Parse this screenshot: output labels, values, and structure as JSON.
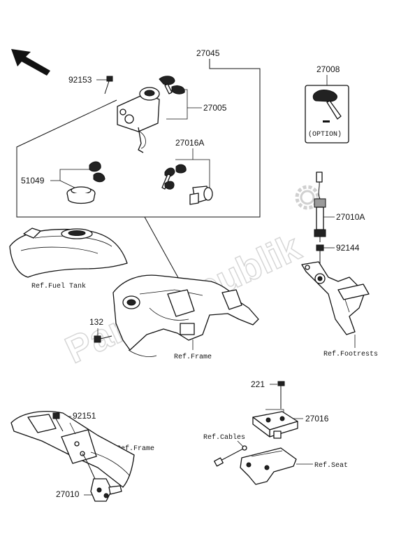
{
  "watermark": "PartsRepublik",
  "callouts": {
    "p27045": "27045",
    "p92153": "92153",
    "p27005": "27005",
    "p27008": "27008",
    "p27016A": "27016A",
    "p51049": "51049",
    "p27010A": "27010A",
    "p92144": "92144",
    "p132": "132",
    "p221": "221",
    "p27016": "27016",
    "p92151": "92151",
    "p27010": "27010"
  },
  "option_label": "(OPTION)",
  "references": {
    "fuel_tank": "Ref.Fuel Tank",
    "frame_center": "Ref.Frame",
    "footrests": "Ref.Footrests",
    "cables": "Ref.Cables",
    "frame_lower": "Ref.Frame",
    "seat": "Ref.Seat"
  },
  "icons": {
    "direction_arrow": "arrow-up-left-icon",
    "gear_logo": "gear-icon"
  }
}
